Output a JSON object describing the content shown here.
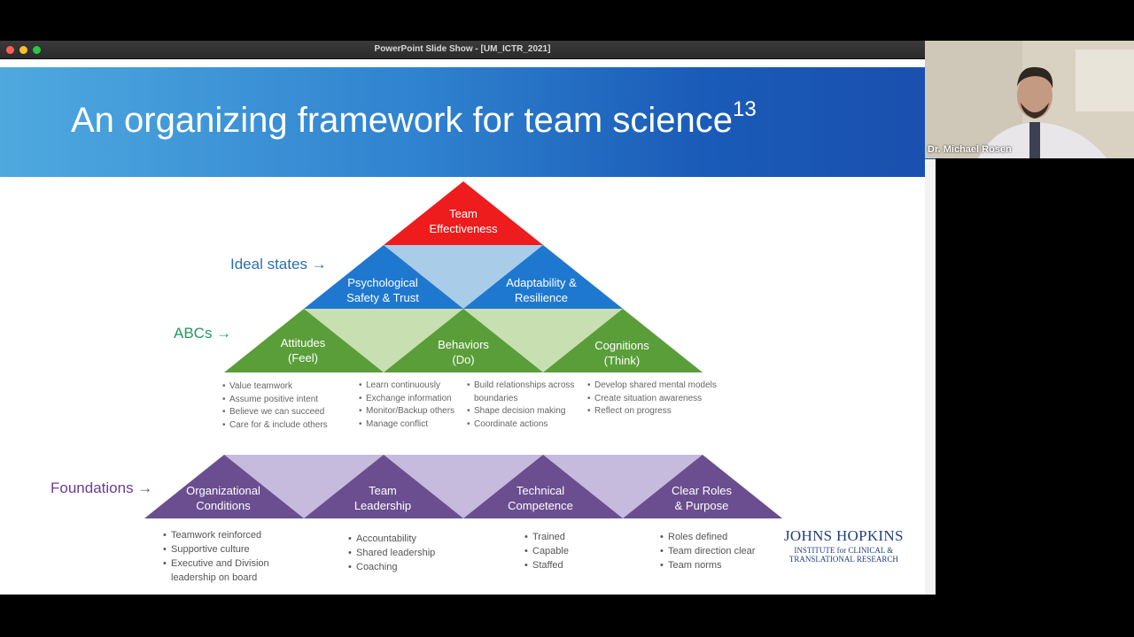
{
  "window": {
    "title": "PowerPoint Slide Show - [UM_ICTR_2021]"
  },
  "slide": {
    "title": "An organizing framework for team science",
    "title_superscript": "13",
    "pyramid": {
      "top": "Team\nEffectiveness",
      "ideal_states": [
        "Psychological\nSafety & Trust",
        "Adaptability &\nResilience"
      ],
      "abcs": [
        "Attitudes\n(Feel)",
        "Behaviors\n(Do)",
        "Cognitions\n(Think)"
      ]
    },
    "level_labels": {
      "ideal_states": "Ideal states →",
      "abcs": "ABCs →",
      "foundations": "Foundations →"
    },
    "abc_bullets": [
      [
        "Value teamwork",
        "Assume positive intent",
        "Believe we can succeed",
        "Care for & include others"
      ],
      [
        "Learn continuously",
        "Exchange information",
        "Monitor/Backup others",
        "Manage conflict"
      ],
      [
        "Build relationships across\nboundaries",
        "Shape decision making",
        "Coordinate actions"
      ],
      [
        "Develop shared mental models",
        "Create situation awareness",
        "Reflect on progress"
      ]
    ],
    "foundations": [
      "Organizational\nConditions",
      "Team\nLeadership",
      "Technical\nCompetence",
      "Clear Roles\n& Purpose"
    ],
    "foundation_bullets": [
      [
        "Teamwork reinforced",
        "Supportive culture",
        "Executive and Division\nleadership on board"
      ],
      [
        "Accountability",
        "Shared leadership",
        "Coaching"
      ],
      [
        "Trained",
        "Capable",
        "Staffed"
      ],
      [
        "Roles defined",
        "Team direction clear",
        "Team norms"
      ]
    ],
    "logo": {
      "name": "Johns Hopkins",
      "sub": "INSTITUTE for CLINICAL &\nTRANSLATIONAL RESEARCH"
    }
  },
  "video": {
    "participant_name": "Dr. Michael Rosen"
  },
  "colors": {
    "red": "#ee1c1c",
    "blue": "#1f78cf",
    "green": "#5a9e3a",
    "purple": "#6a4e8f",
    "label_blue": "#2a6fae",
    "label_green": "#1f9a5c",
    "label_purple": "#6a3d8f"
  }
}
